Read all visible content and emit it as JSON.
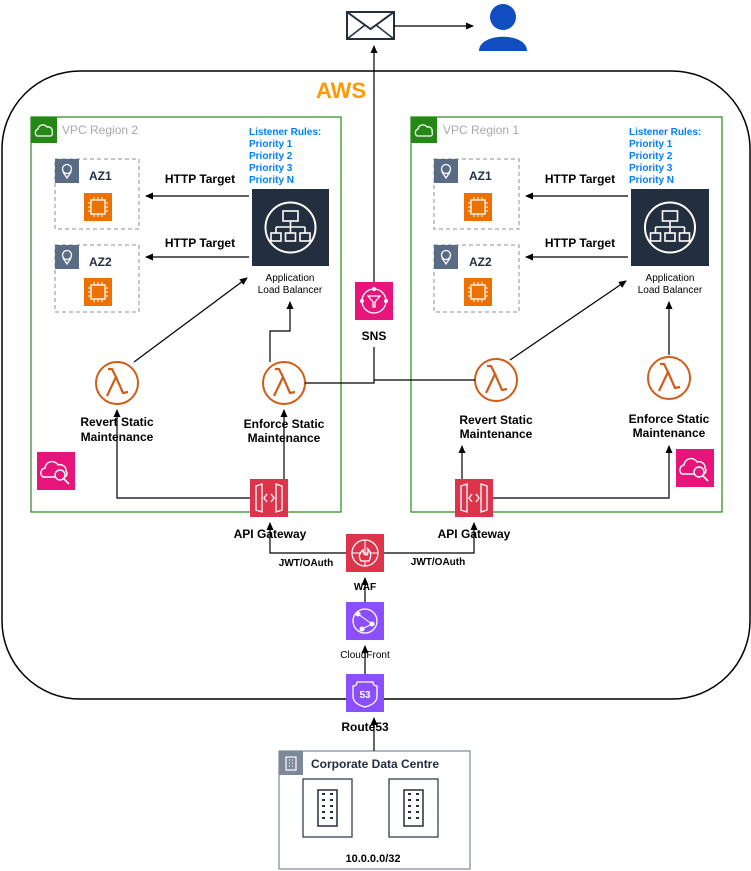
{
  "aws": {
    "title": "AWS"
  },
  "region2": {
    "title": "VPC Region 2",
    "listener_title": "Listener Rules:",
    "listener_rules": [
      "Priority 1",
      "Priority 2",
      "Priority 3",
      "Priority N"
    ],
    "az1": "AZ1",
    "az2": "AZ2",
    "http_target_1": "HTTP Target",
    "http_target_2": "HTTP Target",
    "alb_line1": "Application",
    "alb_line2": "Load Balancer",
    "revert_line1": "Revert Static",
    "revert_line2": "Maintenance",
    "enforce_line1": "Enforce Static",
    "enforce_line2": "Maintenance",
    "api_gateway": "API Gateway",
    "jwt": "JWT/OAuth"
  },
  "region1": {
    "title": "VPC Region 1",
    "listener_title": "Listener Rules:",
    "listener_rules": [
      "Priority 1",
      "Priority 2",
      "Priority 3",
      "Priority N"
    ],
    "az1": "AZ1",
    "az2": "AZ2",
    "http_target_1": "HTTP Target",
    "http_target_2": "HTTP Target",
    "alb_line1": "Application",
    "alb_line2": "Load Balancer",
    "revert_line1": "Revert Static",
    "revert_line2": "Maintenance",
    "enforce_line1": "Enforce Static",
    "enforce_line2": "Maintenance",
    "api_gateway": "API Gateway",
    "jwt": "JWT/OAuth"
  },
  "sns": "SNS",
  "waf": "WAF",
  "cloudfront": "CloudFront",
  "route53": "Route53",
  "route53_badge": "53",
  "corporate": {
    "title": "Corporate Data Centre",
    "cidr": "10.0.0.0/32"
  },
  "colors": {
    "aws_orange": "#FF9900",
    "vpc_green": "#248814",
    "compute_orange": "#ED7100",
    "lambda_orange": "#D05C17",
    "pink": "#E7157B",
    "red": "#DD344C",
    "purple": "#8C4FFF",
    "alb_dark": "#232F3E",
    "listener_blue": "#007FFF",
    "user_blue": "#0F4DC0"
  },
  "icons": [
    "envelope-icon",
    "user-icon",
    "vpc-cloud-icon",
    "az-pin-icon",
    "ec2-chip-icon",
    "load-balancer-icon",
    "lambda-icon",
    "api-gateway-icon",
    "cloudwatch-icon",
    "sns-icon",
    "waf-icon",
    "cloudfront-icon",
    "route53-icon",
    "building-icon"
  ]
}
